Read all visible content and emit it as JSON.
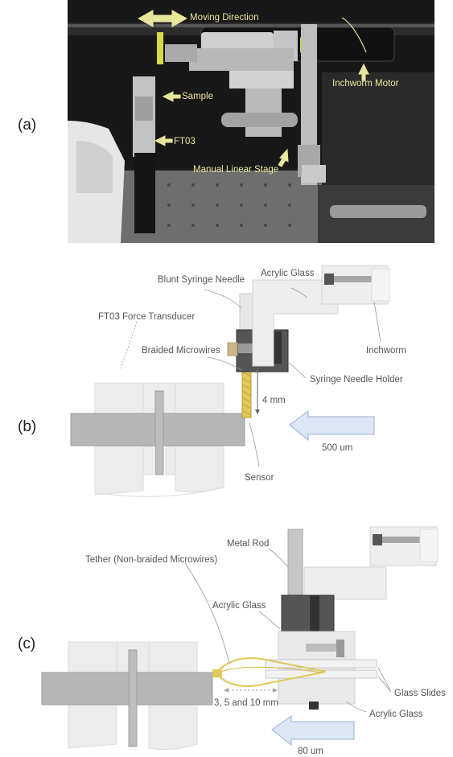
{
  "panels": [
    {
      "id": "a",
      "label": "(a)"
    },
    {
      "id": "b",
      "label": "(b)"
    },
    {
      "id": "c",
      "label": "(c)"
    }
  ],
  "photo_labels": {
    "moving_direction": "Moving Direction",
    "inchworm_motor": "Inchworm Motor",
    "sample": "Sample",
    "ft03": "FT03",
    "manual_linear_stage": "Manual Linear Stage"
  },
  "diagram_b": {
    "blunt_syringe_needle": "Blunt Syringe Needle",
    "acrylic_glass": "Acrylic Glass",
    "ft03_force_transducer": "FT03 Force Transducer",
    "braided_microwires": "Braided Microwires",
    "inchworm": "Inchworm",
    "syringe_needle_holder": "Syringe Needle Holder",
    "length": "4 mm",
    "displacement": "500 um",
    "sensor": "Sensor"
  },
  "diagram_c": {
    "metal_rod": "Metal Rod",
    "tether": "Tether (Non-braided Microwires)",
    "acrylic_glass_top": "Acrylic Glass",
    "glass_slides": "Glass Slides",
    "acrylic_glass_bottom": "Acrylic Glass",
    "lengths": "3, 5 and 10 mm",
    "displacement": "80 um"
  },
  "colors": {
    "photo_annotation": "#e8e69a",
    "arrow_fill": "#dbe6f7",
    "arrow_stroke": "#9db1d6",
    "wire_gold": "#e0c85a"
  }
}
